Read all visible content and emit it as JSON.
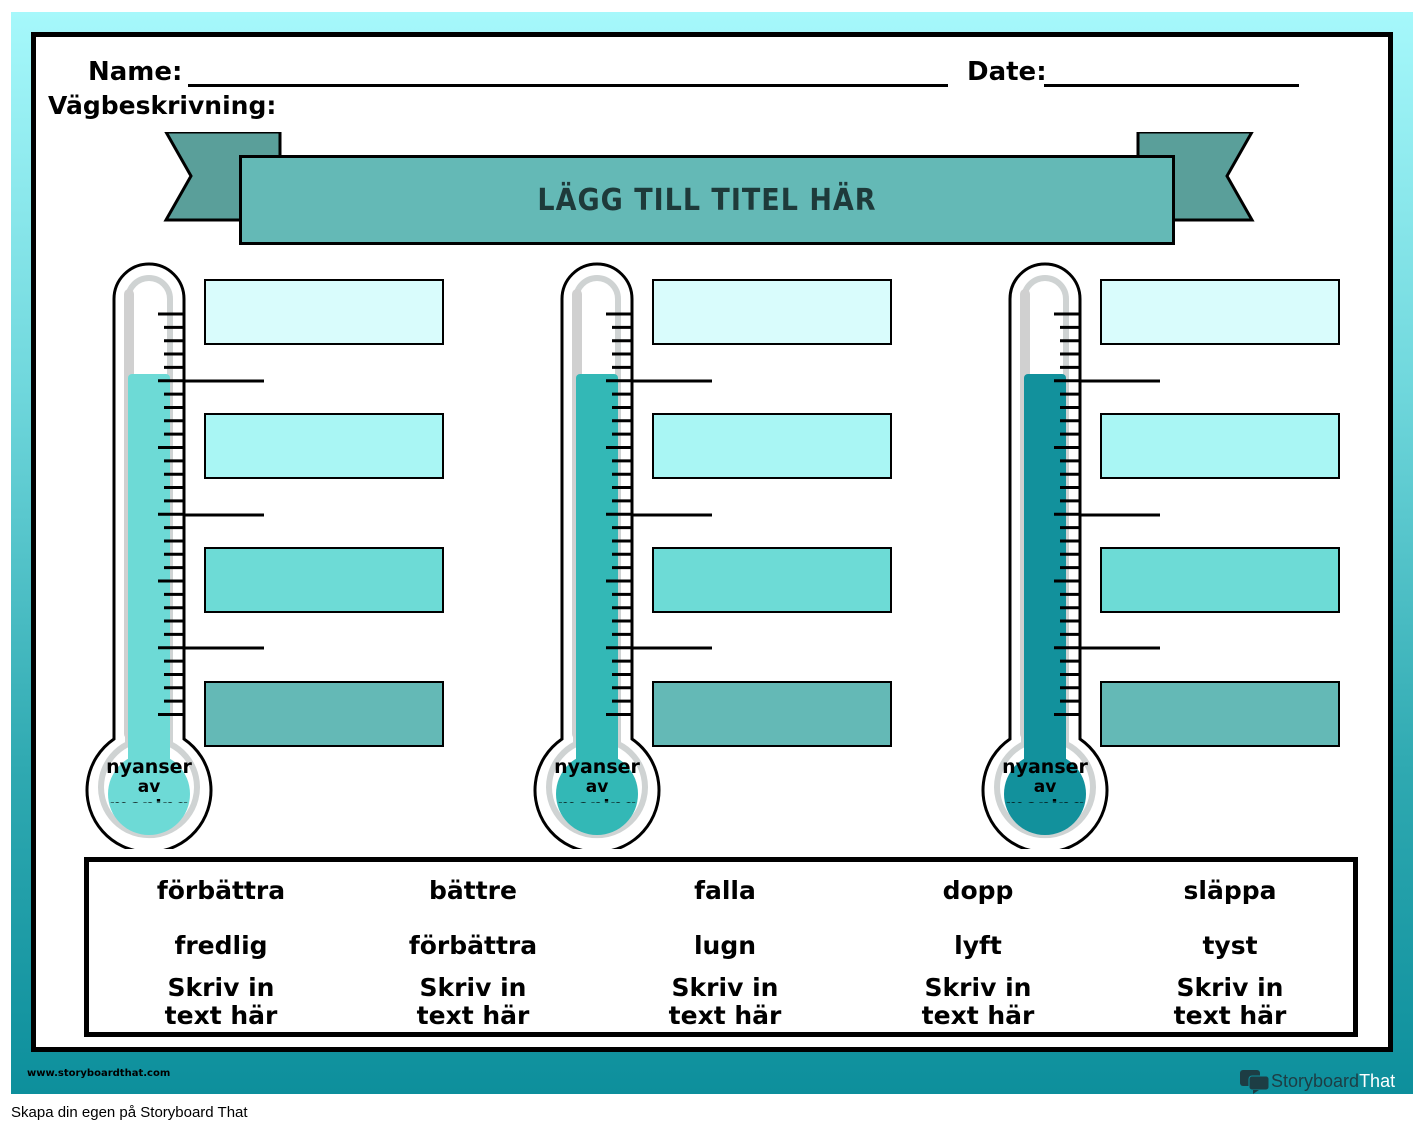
{
  "worksheet": {
    "name_label": "Name:",
    "date_label": "Date:",
    "directions_label": "Vägbeskrivning:",
    "title": "LÄGG TILL TITEL HÄR"
  },
  "thermometers": [
    {
      "fill_color": "#6ddad6",
      "bulb_label_line1": "nyanser",
      "bulb_label_line2": "av",
      "bulb_label_line3": "mening"
    },
    {
      "fill_color": "#33b8b6",
      "bulb_label_line1": "nyanser",
      "bulb_label_line2": "av",
      "bulb_label_line3": "mening"
    },
    {
      "fill_color": "#12919c",
      "bulb_label_line1": "nyanser",
      "bulb_label_line2": "av",
      "bulb_label_line3": "mening"
    }
  ],
  "box_colors": [
    "#d9fcfc",
    "#a9f6f4",
    "#6ddbd6",
    "#64b9b6"
  ],
  "word_bank": {
    "row1": [
      "förbättra",
      "bättre",
      "falla",
      "dopp",
      "släppa"
    ],
    "row2": [
      "fredlig",
      "förbättra",
      "lugn",
      "lyft",
      "tyst"
    ],
    "row3": [
      "Skriv in text här",
      "Skriv in text här",
      "Skriv in text här",
      "Skriv in text här",
      "Skriv in text här"
    ]
  },
  "footer": {
    "url": "www.storyboardthat.com",
    "brand_story": "Storyboard",
    "brand_that": "That",
    "caption": "Skapa din egen på Storyboard That"
  },
  "colors": {
    "banner": "#64b9b6",
    "banner_tail": "#5a9f9a",
    "gradient_top": "#a6f8fb",
    "gradient_bottom": "#0d8f9c"
  }
}
